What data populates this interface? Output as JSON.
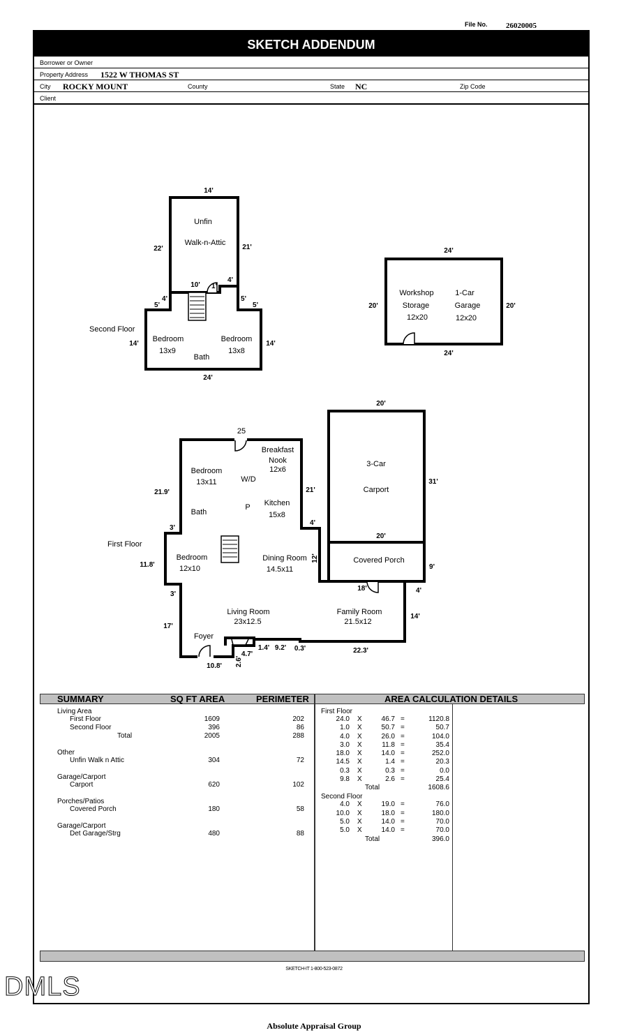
{
  "header": {
    "file_no_label": "File No.",
    "file_no": "26020005",
    "title": "SKETCH ADDENDUM",
    "borrower_label": "Borrower or Owner",
    "borrower": "",
    "address_label": "Property Address",
    "address": "1522 W THOMAS ST",
    "city_label": "City",
    "city": "ROCKY MOUNT",
    "county_label": "County",
    "county": "",
    "state_label": "State",
    "state": "NC",
    "zip_label": "Zip Code",
    "zip": "",
    "client_label": "Client",
    "client": ""
  },
  "sketch": {
    "second_floor": {
      "label": "Second Floor",
      "rooms": [
        "Unfin",
        "Walk-n-Attic",
        "Bedroom",
        "13x9",
        "Bath",
        "Bedroom",
        "13x8"
      ],
      "dims": [
        "14'",
        "22'",
        "21'",
        "10'",
        "1'",
        "4'",
        "4'",
        "5'",
        "5'",
        "5'",
        "14'",
        "14'",
        "24'"
      ]
    },
    "detached_garage": {
      "rooms": [
        "Workshop",
        "Storage",
        "12x20",
        "1-Car",
        "Garage",
        "12x20"
      ],
      "dims": [
        "24'",
        "20'",
        "20'",
        "24'"
      ]
    },
    "first_floor": {
      "label": "First Floor",
      "rooms": [
        "Breakfast",
        "Nook",
        "12x6",
        "Bedroom",
        "13x11",
        "W/D",
        "Kitchen",
        "15x8",
        "Bath",
        "P",
        "Bedroom",
        "12x10",
        "Dining Room",
        "14.5x11",
        "Living Room",
        "23x12.5",
        "Family Room",
        "21.5x12",
        "Foyer"
      ],
      "dims": [
        "25",
        "21.9'",
        "21'",
        "4'",
        "3'",
        "11.8'",
        "12'",
        "3'",
        "17'",
        "10.8'",
        "2.6'",
        "4.7'",
        "1.4'",
        "9.2'",
        "0.3'",
        "22.3'",
        "14'",
        "4'",
        "18'"
      ]
    },
    "carport": {
      "rooms": [
        "3-Car",
        "Carport",
        "Covered Porch"
      ],
      "dims": [
        "20'",
        "31'",
        "20'",
        "9'"
      ]
    }
  },
  "summary": {
    "headers": [
      "SUMMARY",
      "SQ FT AREA",
      "PERIMETER"
    ],
    "groups": [
      {
        "name": "Living Area",
        "rows": [
          {
            "label": "First Floor",
            "area": "1609",
            "perimeter": "202"
          },
          {
            "label": "Second Floor",
            "area": "396",
            "perimeter": "86"
          },
          {
            "label": "Total",
            "area": "2005",
            "perimeter": "288"
          }
        ]
      },
      {
        "name": "Other",
        "rows": [
          {
            "label": "Unfin Walk n Attic",
            "area": "304",
            "perimeter": "72"
          }
        ]
      },
      {
        "name": "Garage/Carport",
        "rows": [
          {
            "label": "Carport",
            "area": "620",
            "perimeter": "102"
          }
        ]
      },
      {
        "name": "Porches/Patios",
        "rows": [
          {
            "label": "Covered Porch",
            "area": "180",
            "perimeter": "58"
          }
        ]
      },
      {
        "name": "Garage/Carport",
        "rows": [
          {
            "label": "Det Garage/Strg",
            "area": "480",
            "perimeter": "88"
          }
        ]
      }
    ]
  },
  "area_details": {
    "header": "AREA CALCULATION DETAILS",
    "sections": [
      {
        "name": "First Floor",
        "rows": [
          [
            "24.0",
            "X",
            "46.7",
            "=",
            "1120.8"
          ],
          [
            "1.0",
            "X",
            "50.7",
            "=",
            "50.7"
          ],
          [
            "4.0",
            "X",
            "26.0",
            "=",
            "104.0"
          ],
          [
            "3.0",
            "X",
            "11.8",
            "=",
            "35.4"
          ],
          [
            "18.0",
            "X",
            "14.0",
            "=",
            "252.0"
          ],
          [
            "14.5",
            "X",
            "1.4",
            "=",
            "20.3"
          ],
          [
            "0.3",
            "X",
            "0.3",
            "=",
            "0.0"
          ],
          [
            "9.8",
            "X",
            "2.6",
            "=",
            "25.4"
          ]
        ],
        "total_label": "Total",
        "total": "1608.6"
      },
      {
        "name": "Second Floor",
        "rows": [
          [
            "4.0",
            "X",
            "19.0",
            "=",
            "76.0"
          ],
          [
            "10.0",
            "X",
            "18.0",
            "=",
            "180.0"
          ],
          [
            "5.0",
            "X",
            "14.0",
            "=",
            "70.0"
          ],
          [
            "5.0",
            "X",
            "14.0",
            "=",
            "70.0"
          ]
        ],
        "total_label": "Total",
        "total": "396.0"
      }
    ]
  },
  "footer": {
    "sketchit": "SKETCH-IT 1-800-523-0872",
    "watermark": "DMLS",
    "company": "Absolute Appraisal Group"
  }
}
